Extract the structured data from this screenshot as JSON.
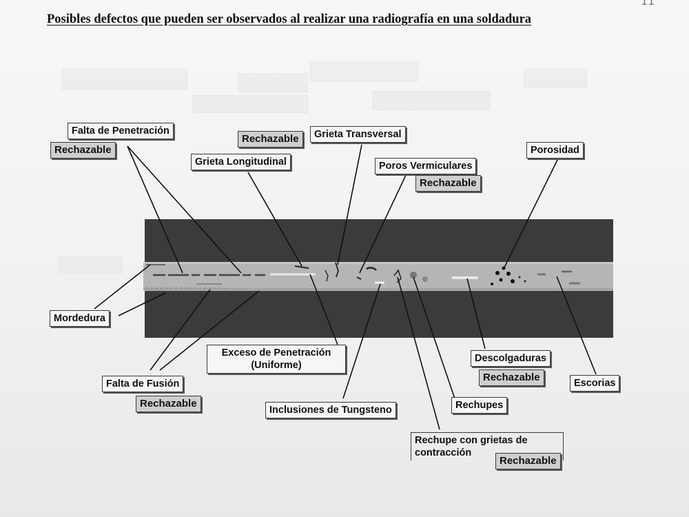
{
  "document": {
    "title": "Posibles defectos que pueden ser observados al realizar una radiografía en una soldadura",
    "corner_mark": "11"
  },
  "labels": {
    "falta_penetracion": "Falta de Penetración",
    "rechazable_1": "Rechazable",
    "rechazable_2": "Rechazable",
    "grieta_transversal": "Grieta Transversal",
    "grieta_longitudinal": "Grieta Longitudinal",
    "poros_vermiculares": "Poros Vermiculares",
    "rechazable_3": "Rechazable",
    "porosidad": "Porosidad",
    "mordedura": "Mordedura",
    "exceso_penetracion": "Exceso de Penetración (Uniforme)",
    "descolgaduras": "Descolgaduras",
    "rechazable_4": "Rechazable",
    "escorias": "Escorias",
    "falta_fusion": "Falta de Fusión",
    "rechazable_5": "Rechazable",
    "inclusiones_tungsteno": "Inclusiones de Tungsteno",
    "rechupes": "Rechupes",
    "rechupe_grietas": "Rechupe con grietas de contracción",
    "rechazable_6": "Rechazable"
  },
  "colors": {
    "plate_dark": "#3b3b3b",
    "weld_bead": "#b5b5b5",
    "tag_fill": "#cfcfcf",
    "label_border": "#3a3a3a"
  }
}
